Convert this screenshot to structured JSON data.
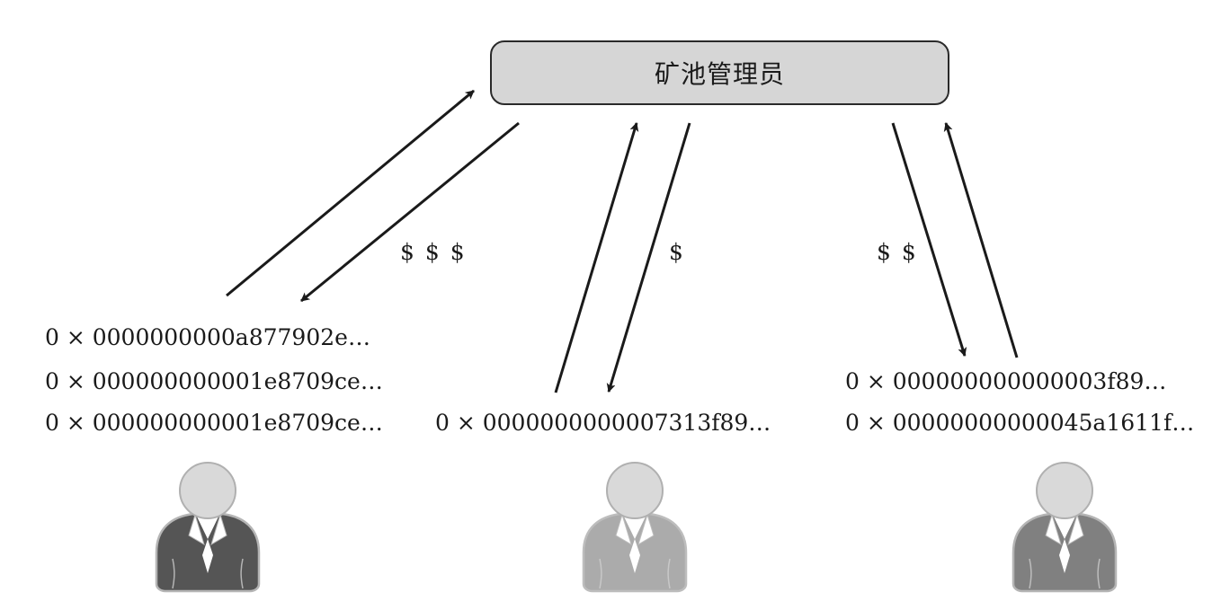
{
  "manager": {
    "label": "矿池管理员"
  },
  "miners": [
    {
      "payout": "$ $ $",
      "hashes": [
        "0 × 0000000000a877902e…",
        "0 × 000000000001e8709ce…",
        "0 × 000000000001e8709ce…"
      ],
      "suit_color": "#555555"
    },
    {
      "payout": "$",
      "hashes": [
        "0 × 0000000000007313f89…"
      ],
      "suit_color": "#ababab"
    },
    {
      "payout": "$ $",
      "hashes": [
        "0 × 000000000000003f89…",
        "0 × 00000000000045a1611f…"
      ],
      "suit_color": "#808080"
    }
  ],
  "colors": {
    "box_fill": "#d6d6d6",
    "head": "#d9d9d9",
    "shirt": "#ffffff",
    "arrow": "#1a1a1a"
  }
}
